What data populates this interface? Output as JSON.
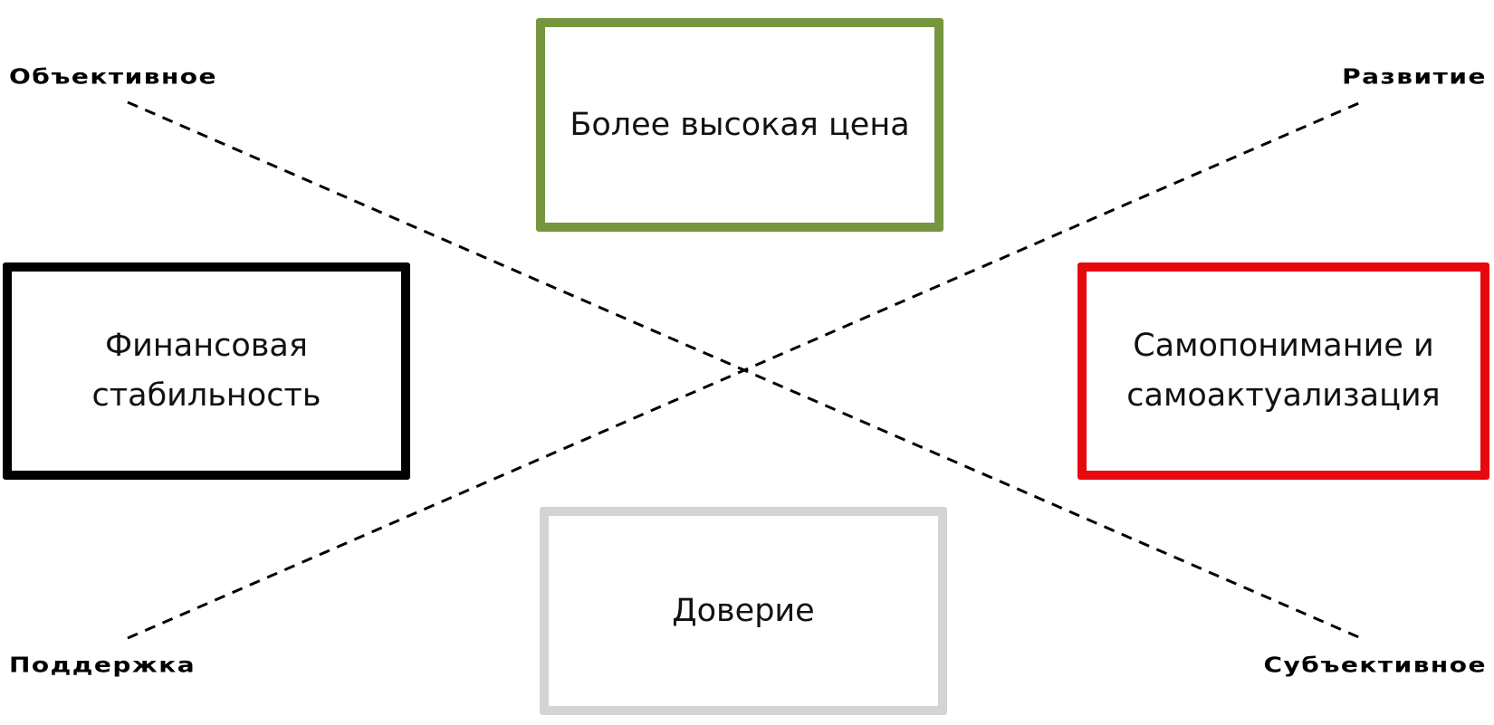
{
  "axes": {
    "top_left": "Объективное",
    "top_right": "Развитие",
    "bottom_left": "Поддержка",
    "bottom_right": "Субъективное"
  },
  "boxes": {
    "top": {
      "text": "Более высокая цена",
      "border_color": "#76963f"
    },
    "left": {
      "text": "Финансовая стабильность",
      "border_color": "#000000"
    },
    "right": {
      "text": "Самопонимание и самоактуализация",
      "border_color": "#e8090e"
    },
    "bottom": {
      "text": "Доверие",
      "border_color": "#d4d4d4"
    }
  }
}
